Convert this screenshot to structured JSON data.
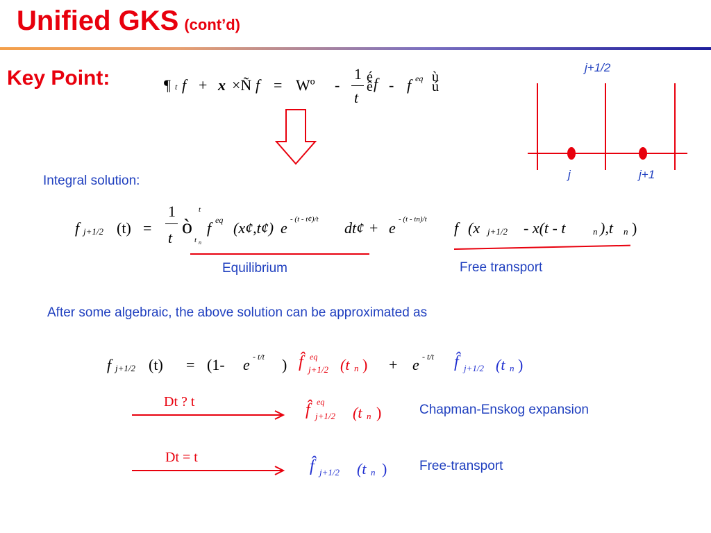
{
  "header": {
    "title": "Unified GKS",
    "subtitle": "(cont’d)"
  },
  "key_point": {
    "label": "Key Point:",
    "eq_left": "¶",
    "eq_t": "t",
    "eq_f1": "f",
    "eq_plus": "+",
    "eq_xi": "x",
    "eq_dot_nabla": "×Ñ",
    "eq_f2": "f",
    "eq_equals": "=",
    "eq_omega": "Wº",
    "eq_minus": "-",
    "eq_frac_num": "1",
    "eq_frac_den": "t",
    "eq_bracket_open_top": "é",
    "eq_bracket_open_bot": "ê",
    "eq_f3": "f",
    "eq_minus2": "-",
    "eq_f4": "f",
    "eq_feq_sup": "eq",
    "eq_bracket_close_top": "ù",
    "eq_bracket_close_bot": "ú"
  },
  "diagram": {
    "label_top": "j+1/2",
    "label_j": "j",
    "label_j1": "j+1"
  },
  "integral": {
    "label": "Integral solution:",
    "f": "f",
    "f_sub": "j+1/2",
    "t_arg": "(t)",
    "equals": "=",
    "frac_num": "1",
    "frac_den": "t",
    "int_sym": "ò",
    "int_upper": "t",
    "int_lower": "t",
    "int_lower_sub": "n",
    "feq": "f",
    "feq_sup": "eq",
    "args1": "(x¢,t¢)",
    "exp1": "e",
    "exp1_sup": "- (t - t¢)/t",
    "dt": "dt¢",
    "plus": "+",
    "exp2": "e",
    "exp2_sup": "- (t - tn)/t",
    "f2": "f",
    "args2": "(x",
    "args2_sub": "j+1/2",
    "args2_rest": "- x(t - t",
    "args2_n": "n",
    "args2_end": "),t",
    "args2_n2": "n",
    "args2_close": ")",
    "label_eq": "Equilibrium",
    "label_free": "Free transport"
  },
  "approx": {
    "text": "After some algebraic, the above solution can be approximated as",
    "f": "f",
    "f_sub": "j+1/2",
    "t_arg": "(t)",
    "equals": "=",
    "paren": "(1-",
    "e": "e",
    "e_sup": "- t/t",
    "paren_close": ")",
    "fhat_eq": "f̂",
    "fhat_eq_sup": "eq",
    "fhat_eq_sub": "j+1/2",
    "fhat_eq_arg": "(t",
    "fhat_eq_n": "n",
    "fhat_eq_close": ")",
    "plus": "+",
    "e2": "e",
    "e2_sup": "- t/t",
    "fhat": "f̂",
    "fhat_sub": "j+1/2",
    "fhat_arg": "(t",
    "fhat_n": "n",
    "fhat_close": ")"
  },
  "case1": {
    "cond": "Dt ?  t",
    "result_f": "f̂",
    "result_sup": "eq",
    "result_sub": "j+1/2",
    "result_arg": "(t",
    "result_n": "n",
    "result_close": ")",
    "label": "Chapman-Enskog expansion"
  },
  "case2": {
    "cond": "Dt =  t",
    "result_f": "f̂",
    "result_sub": "j+1/2",
    "result_arg": "(t",
    "result_n": "n",
    "result_close": ")",
    "label": "Free-transport"
  },
  "colors": {
    "title": "#e8000d",
    "accent_blue": "#1f3fbf",
    "arrow_red": "#e8000d"
  }
}
